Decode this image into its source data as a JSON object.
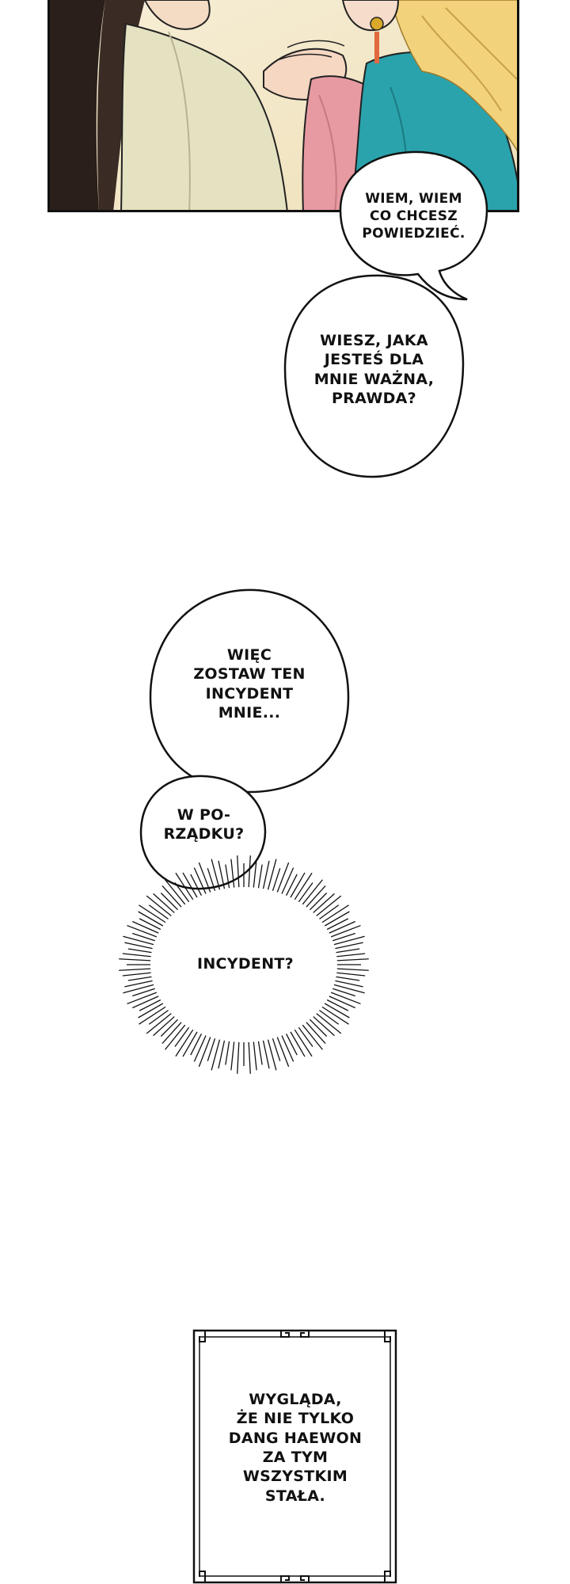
{
  "bubbles": [
    {
      "id": "b1",
      "text": "WIEM, WIEM\nCO CHCESZ\nPOWIEDZIEĆ."
    },
    {
      "id": "b2",
      "text": "WIESZ, JAKA\nJESTEŚ DLA\nMNIE WAŻNA,\nPRAWDA?"
    },
    {
      "id": "b3",
      "text": "WIĘC\nZOSTAW TEN\nINCYDENT\nMNIE..."
    },
    {
      "id": "b4",
      "text": "W PO-\nRZĄDKU?"
    },
    {
      "id": "b5",
      "text": "INCYDENT?"
    }
  ],
  "caption": {
    "text": "WYGLĄDA,\nŻE NIE TYLKO\nDANG HAEWON\nZA TYM\nWSZYSTKIM\nSTAŁA."
  }
}
